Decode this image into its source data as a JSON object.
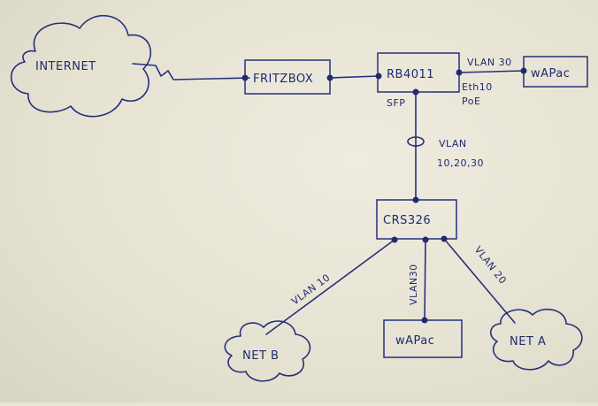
{
  "nodes": {
    "internet": "INTERNET",
    "fritzbox": "FRITZBOX",
    "rb4011": "RB4011",
    "wapac_top": "wAPac",
    "crs326": "CRS326",
    "wapac_bottom": "wAPac",
    "net_a": "NET A",
    "net_b": "NET B"
  },
  "labels": {
    "vlan30_top": "VLAN 30",
    "eth10": "Eth10",
    "poe": "PoE",
    "sfp": "SFP",
    "trunk_vlan": "VLAN",
    "trunk_ids": "10,20,30",
    "vlan10": "VLAN 10",
    "vlan30_bottom": "VLAN30",
    "vlan20": "VLAN 20"
  },
  "colors": {
    "ink": "#25307a",
    "paper": "#e9e5d6"
  }
}
